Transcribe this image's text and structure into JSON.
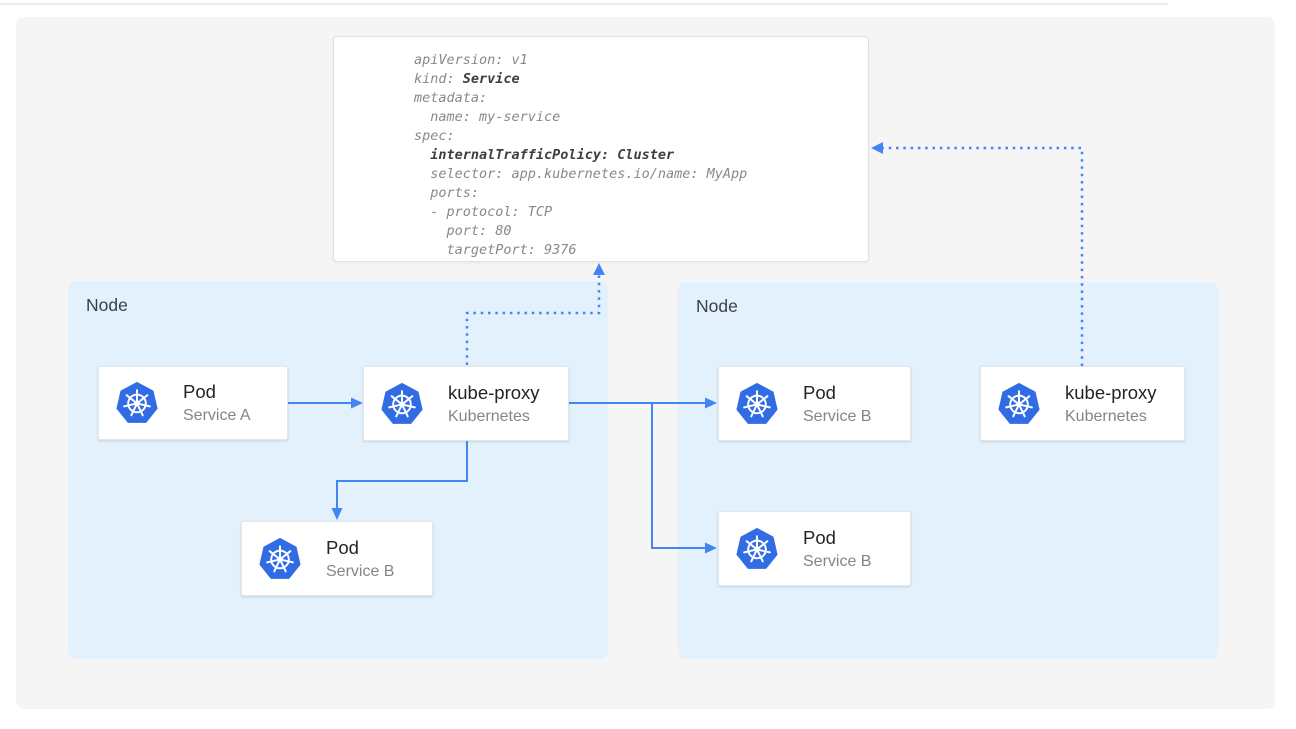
{
  "colors": {
    "arrow_blue": "#4285f4",
    "node_fill": "#e3f1fc",
    "panel_fill": "#f5f5f6",
    "kubernetes_logo_blue": "#326ce5",
    "code_text": "#85898f",
    "code_bold_text": "#3b3e42",
    "card_title_text": "#212529",
    "card_subtitle_text": "#80868b",
    "node_label_text": "#3c4045"
  },
  "yaml_box": {
    "lines": [
      {
        "segments": [
          {
            "t": "apiVersion: v1",
            "b": false
          }
        ]
      },
      {
        "segments": [
          {
            "t": "kind: ",
            "b": false
          },
          {
            "t": "Service",
            "b": true
          }
        ]
      },
      {
        "segments": [
          {
            "t": "metadata:",
            "b": false
          }
        ]
      },
      {
        "segments": [
          {
            "t": "  name: my-service",
            "b": false
          }
        ]
      },
      {
        "segments": [
          {
            "t": "spec:",
            "b": false
          }
        ]
      },
      {
        "segments": [
          {
            "t": "  ",
            "b": false
          },
          {
            "t": "internalTrafficPolicy: Cluster",
            "b": true
          }
        ]
      },
      {
        "segments": [
          {
            "t": "  selector: app.kubernetes.io/name: MyApp",
            "b": false
          }
        ]
      },
      {
        "segments": [
          {
            "t": "  ports:",
            "b": false
          }
        ]
      },
      {
        "segments": [
          {
            "t": "  - protocol: TCP",
            "b": false
          }
        ]
      },
      {
        "segments": [
          {
            "t": "    port: 80",
            "b": false
          }
        ]
      },
      {
        "segments": [
          {
            "t": "    targetPort: 9376",
            "b": false
          }
        ]
      }
    ]
  },
  "nodes": {
    "left": {
      "label": "Node"
    },
    "right": {
      "label": "Node"
    }
  },
  "cards": {
    "pod_service_a": {
      "title": "Pod",
      "subtitle": "Service A"
    },
    "kube_proxy_left": {
      "title": "kube-proxy",
      "subtitle": "Kubernetes"
    },
    "pod_service_b_left": {
      "title": "Pod",
      "subtitle": "Service B"
    },
    "pod_service_b_right_top": {
      "title": "Pod",
      "subtitle": "Service B"
    },
    "pod_service_b_right_bottom": {
      "title": "Pod",
      "subtitle": "Service B"
    },
    "kube_proxy_right": {
      "title": "kube-proxy",
      "subtitle": "Kubernetes"
    }
  },
  "icons": {
    "kubernetes": "kubernetes-helm-wheel-icon"
  }
}
